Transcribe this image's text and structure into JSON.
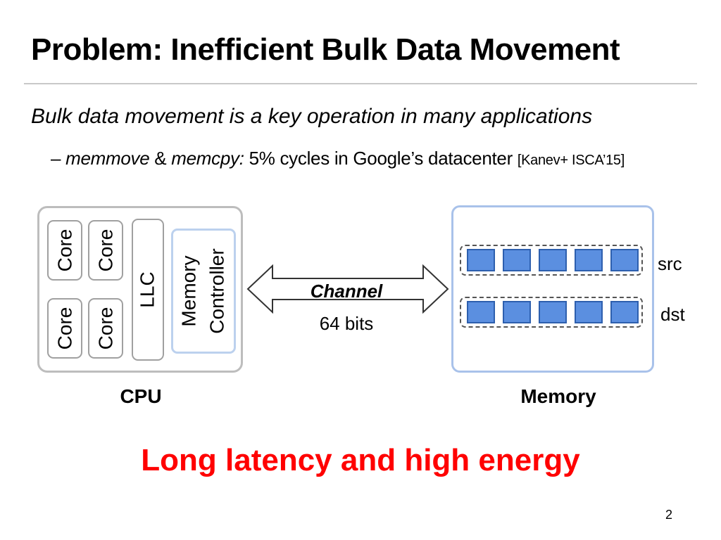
{
  "slide": {
    "title": "Problem: Inefficient Bulk Data Movement",
    "bullet_main": "Bulk data movement is a key operation in many applications",
    "bullet_sub": {
      "dash": "–",
      "term1": "memmove",
      "amp": " & ",
      "term2": "memcpy:",
      "text": " 5% cycles in Google’s datacenter ",
      "citation": "[Kanev+ ISCA’15]"
    },
    "page_number": "2"
  },
  "diagram": {
    "cpu": {
      "label": "CPU",
      "cores": [
        "Core",
        "Core",
        "Core",
        "Core"
      ],
      "llc": "LLC",
      "memory_controller": [
        "Memory",
        "Controller"
      ]
    },
    "channel": {
      "label": "Channel",
      "width": "64 bits"
    },
    "memory": {
      "label": "Memory",
      "rows": [
        {
          "label": "src",
          "cells": 5
        },
        {
          "label": "dst",
          "cells": 5
        }
      ]
    },
    "tagline": "Long latency and high energy",
    "colors": {
      "tagline": "#ff0000",
      "cell_fill": "#5b8fe0",
      "cell_border": "#2d5fae",
      "memory_border": "#a9c2ea",
      "controller_border": "#bcd1ee",
      "cpu_border": "#bdbdbd"
    }
  }
}
